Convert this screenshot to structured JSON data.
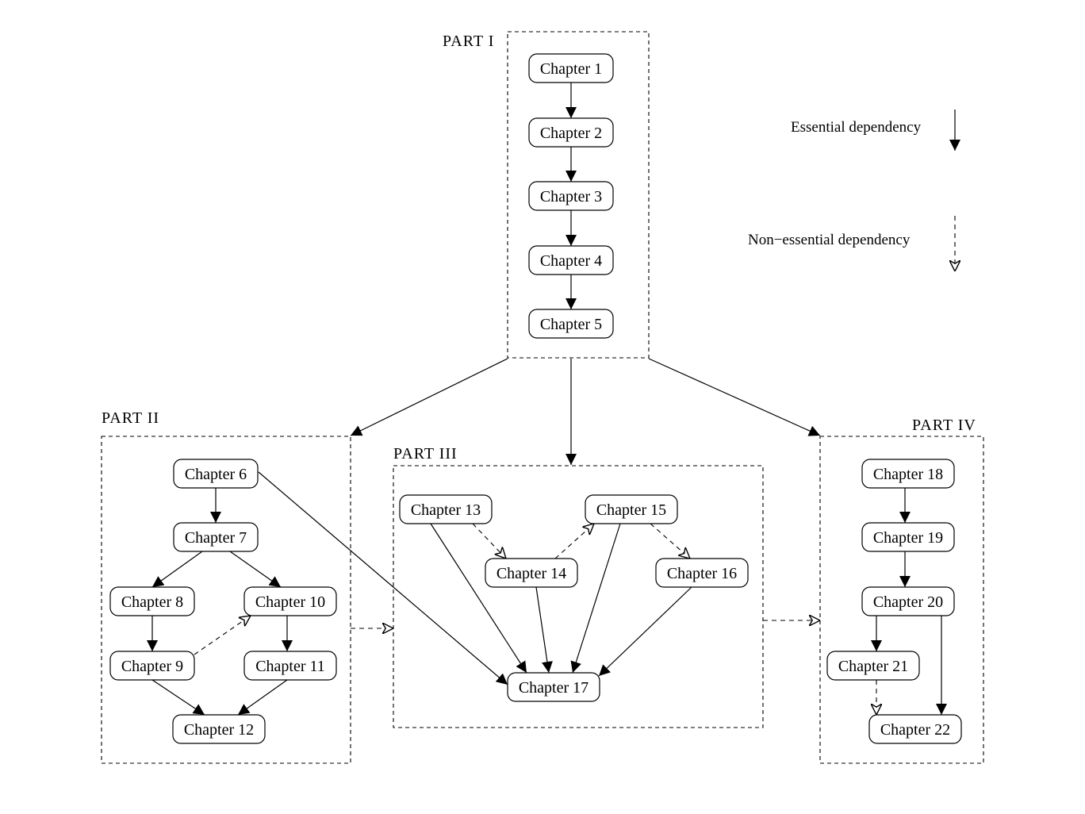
{
  "parts": [
    {
      "id": "p1",
      "label": "PART I"
    },
    {
      "id": "p2",
      "label": "PART II"
    },
    {
      "id": "p3",
      "label": "PART III"
    },
    {
      "id": "p4",
      "label": "PART IV"
    }
  ],
  "chapters": [
    {
      "id": "c1",
      "label": "Chapter 1"
    },
    {
      "id": "c2",
      "label": "Chapter 2"
    },
    {
      "id": "c3",
      "label": "Chapter 3"
    },
    {
      "id": "c4",
      "label": "Chapter 4"
    },
    {
      "id": "c5",
      "label": "Chapter 5"
    },
    {
      "id": "c6",
      "label": "Chapter 6"
    },
    {
      "id": "c7",
      "label": "Chapter 7"
    },
    {
      "id": "c8",
      "label": "Chapter 8"
    },
    {
      "id": "c9",
      "label": "Chapter 9"
    },
    {
      "id": "c10",
      "label": "Chapter 10"
    },
    {
      "id": "c11",
      "label": "Chapter 11"
    },
    {
      "id": "c12",
      "label": "Chapter 12"
    },
    {
      "id": "c13",
      "label": "Chapter 13"
    },
    {
      "id": "c14",
      "label": "Chapter 14"
    },
    {
      "id": "c15",
      "label": "Chapter 15"
    },
    {
      "id": "c16",
      "label": "Chapter 16"
    },
    {
      "id": "c17",
      "label": "Chapter 17"
    },
    {
      "id": "c18",
      "label": "Chapter 18"
    },
    {
      "id": "c19",
      "label": "Chapter 19"
    },
    {
      "id": "c20",
      "label": "Chapter 20"
    },
    {
      "id": "c21",
      "label": "Chapter 21"
    },
    {
      "id": "c22",
      "label": "Chapter 22"
    }
  ],
  "edges": [
    {
      "from": "c1",
      "to": "c2",
      "type": "essential"
    },
    {
      "from": "c2",
      "to": "c3",
      "type": "essential"
    },
    {
      "from": "c3",
      "to": "c4",
      "type": "essential"
    },
    {
      "from": "c4",
      "to": "c5",
      "type": "essential"
    },
    {
      "from": "p1",
      "to": "p2",
      "type": "essential"
    },
    {
      "from": "p1",
      "to": "p3",
      "type": "essential"
    },
    {
      "from": "p1",
      "to": "p4",
      "type": "essential"
    },
    {
      "from": "c6",
      "to": "c7",
      "type": "essential"
    },
    {
      "from": "c6",
      "to": "c17",
      "type": "essential"
    },
    {
      "from": "c7",
      "to": "c8",
      "type": "essential"
    },
    {
      "from": "c7",
      "to": "c10",
      "type": "essential"
    },
    {
      "from": "c8",
      "to": "c9",
      "type": "essential"
    },
    {
      "from": "c10",
      "to": "c11",
      "type": "essential"
    },
    {
      "from": "c9",
      "to": "c10",
      "type": "non-essential"
    },
    {
      "from": "c9",
      "to": "c12",
      "type": "essential"
    },
    {
      "from": "c11",
      "to": "c12",
      "type": "essential"
    },
    {
      "from": "p2",
      "to": "p3",
      "type": "non-essential"
    },
    {
      "from": "c13",
      "to": "c14",
      "type": "non-essential"
    },
    {
      "from": "c14",
      "to": "c15",
      "type": "non-essential"
    },
    {
      "from": "c15",
      "to": "c16",
      "type": "non-essential"
    },
    {
      "from": "c13",
      "to": "c17",
      "type": "essential"
    },
    {
      "from": "c14",
      "to": "c17",
      "type": "essential"
    },
    {
      "from": "c15",
      "to": "c17",
      "type": "essential"
    },
    {
      "from": "c16",
      "to": "c17",
      "type": "essential"
    },
    {
      "from": "p3",
      "to": "p4",
      "type": "non-essential"
    },
    {
      "from": "c18",
      "to": "c19",
      "type": "essential"
    },
    {
      "from": "c19",
      "to": "c20",
      "type": "essential"
    },
    {
      "from": "c20",
      "to": "c21",
      "type": "essential"
    },
    {
      "from": "c20",
      "to": "c22",
      "type": "essential"
    },
    {
      "from": "c21",
      "to": "c22",
      "type": "non-essential"
    }
  ],
  "legend": {
    "essential_label": "Essential dependency",
    "non_essential_label": "Non−essential dependency"
  },
  "colors": {
    "stroke": "#000000",
    "background": "#ffffff"
  }
}
